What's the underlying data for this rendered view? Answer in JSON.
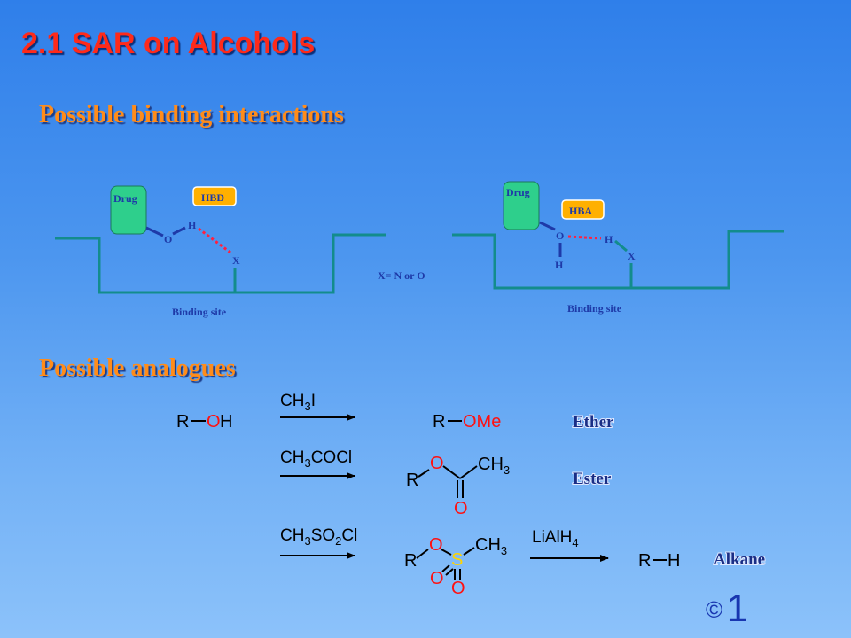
{
  "title": "2.1 SAR on Alcohols",
  "sections": {
    "binding": "Possible binding interactions",
    "analogues": "Possible analogues"
  },
  "binding_left": {
    "drug": "Drug",
    "badge": "HBD",
    "atom_o": "O",
    "atom_h": "H",
    "atom_x": "X",
    "site": "Binding site"
  },
  "binding_note": "X= N or O",
  "binding_right": {
    "drug": "Drug",
    "badge": "HBA",
    "atom_o": "O",
    "atom_h_on_o": "H",
    "atom_h": "H",
    "atom_x": "X",
    "site": "Binding site"
  },
  "reactions": {
    "start": {
      "r": "R",
      "o": "O",
      "h": "H"
    },
    "ether": {
      "reagent_pre": "CH",
      "reagent_sub": "3",
      "reagent_post": "I",
      "r": "R",
      "ome": "OMe",
      "label": "Ether"
    },
    "ester": {
      "reagent_pre": "CH",
      "reagent_sub": "3",
      "reagent_post": "COCl",
      "r": "R",
      "o_link": "O",
      "o_carbonyl": "O",
      "ch": "CH",
      "ch_sub": "3",
      "label": "Ester"
    },
    "sulfonyl": {
      "reagent_a": "CH",
      "reagent_a_sub": "3",
      "reagent_b": "SO",
      "reagent_b_sub": "2",
      "reagent_c": "Cl",
      "r": "R",
      "o_link": "O",
      "s": "S",
      "ch": "CH",
      "ch_sub": "3",
      "o1": "O",
      "o2": "O"
    },
    "alkane": {
      "reagent_pre": "LiAlH",
      "reagent_sub": "4",
      "r": "R",
      "h": "H",
      "label": "Alkane"
    }
  },
  "copyright": {
    "symbol": "©",
    "number": "1"
  },
  "colors": {
    "title": "#ff2a1a",
    "heading": "#ff8c1a",
    "drug_box": "#2ecf8c",
    "badge": "#ffb000",
    "bond_line": "#138c8c",
    "hbond": "#ff2040",
    "blue_label": "#1e3aa8"
  }
}
